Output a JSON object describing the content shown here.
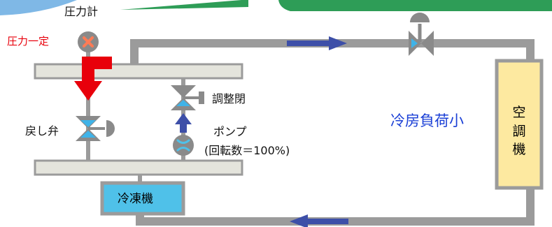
{
  "labels": {
    "pressure_gauge": "圧力計",
    "constant_pressure": "圧力一定",
    "adjust_closed": "調整閉",
    "return_valve": "戻し弁",
    "pump": "ポンプ",
    "pump_rate": "(回転数＝100%)",
    "cooling_load": "冷房負荷小",
    "refrigerator": "冷凍機",
    "air_handler": "空調機"
  },
  "air_handler_chars": [
    "空",
    "調",
    "機"
  ],
  "colors": {
    "pipe": "#9b9b9b",
    "header_fill": "#e4e4dc",
    "flow_arrow": "#3d4fa8",
    "bypass_arrow": "#e8000b",
    "refrigerator_fill": "#4fc1e9",
    "air_handler_fill": "#fde9a0",
    "green_band": "#2e9d57",
    "blue_band": "#7fb8e6"
  }
}
